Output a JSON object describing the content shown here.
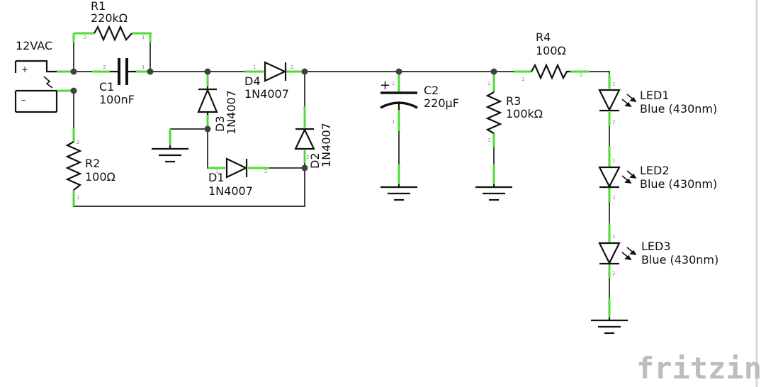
{
  "source": {
    "name": "12VAC",
    "plus": "+",
    "minus": "–"
  },
  "resistors": {
    "r1": {
      "name": "R1",
      "value": "220kΩ"
    },
    "r2": {
      "name": "R2",
      "value": "100Ω"
    },
    "r3": {
      "name": "R3",
      "value": "100kΩ"
    },
    "r4": {
      "name": "R4",
      "value": "100Ω"
    }
  },
  "capacitors": {
    "c1": {
      "name": "C1",
      "value": "100nF"
    },
    "c2": {
      "name": "C2",
      "value": "220µF",
      "polarity": "+"
    }
  },
  "diodes": {
    "d1": {
      "name": "D1",
      "part": "1N4007"
    },
    "d2": {
      "name": "D2",
      "part": "1N4007"
    },
    "d3": {
      "name": "D3",
      "part": "1N4007"
    },
    "d4": {
      "name": "D4",
      "part": "1N4007"
    }
  },
  "leds": [
    {
      "name": "LED1",
      "color": "Blue (430nm)"
    },
    {
      "name": "LED2",
      "color": "Blue (430nm)"
    },
    {
      "name": "LED3",
      "color": "Blue (430nm)"
    }
  ],
  "pins": {
    "p1": "1",
    "p2": "2"
  },
  "logo": "fritzing",
  "colors": {
    "wire": "#404040",
    "pin_highlight": "#4ddc33",
    "symbol": "#111111",
    "logo": "#bdbdbd"
  }
}
